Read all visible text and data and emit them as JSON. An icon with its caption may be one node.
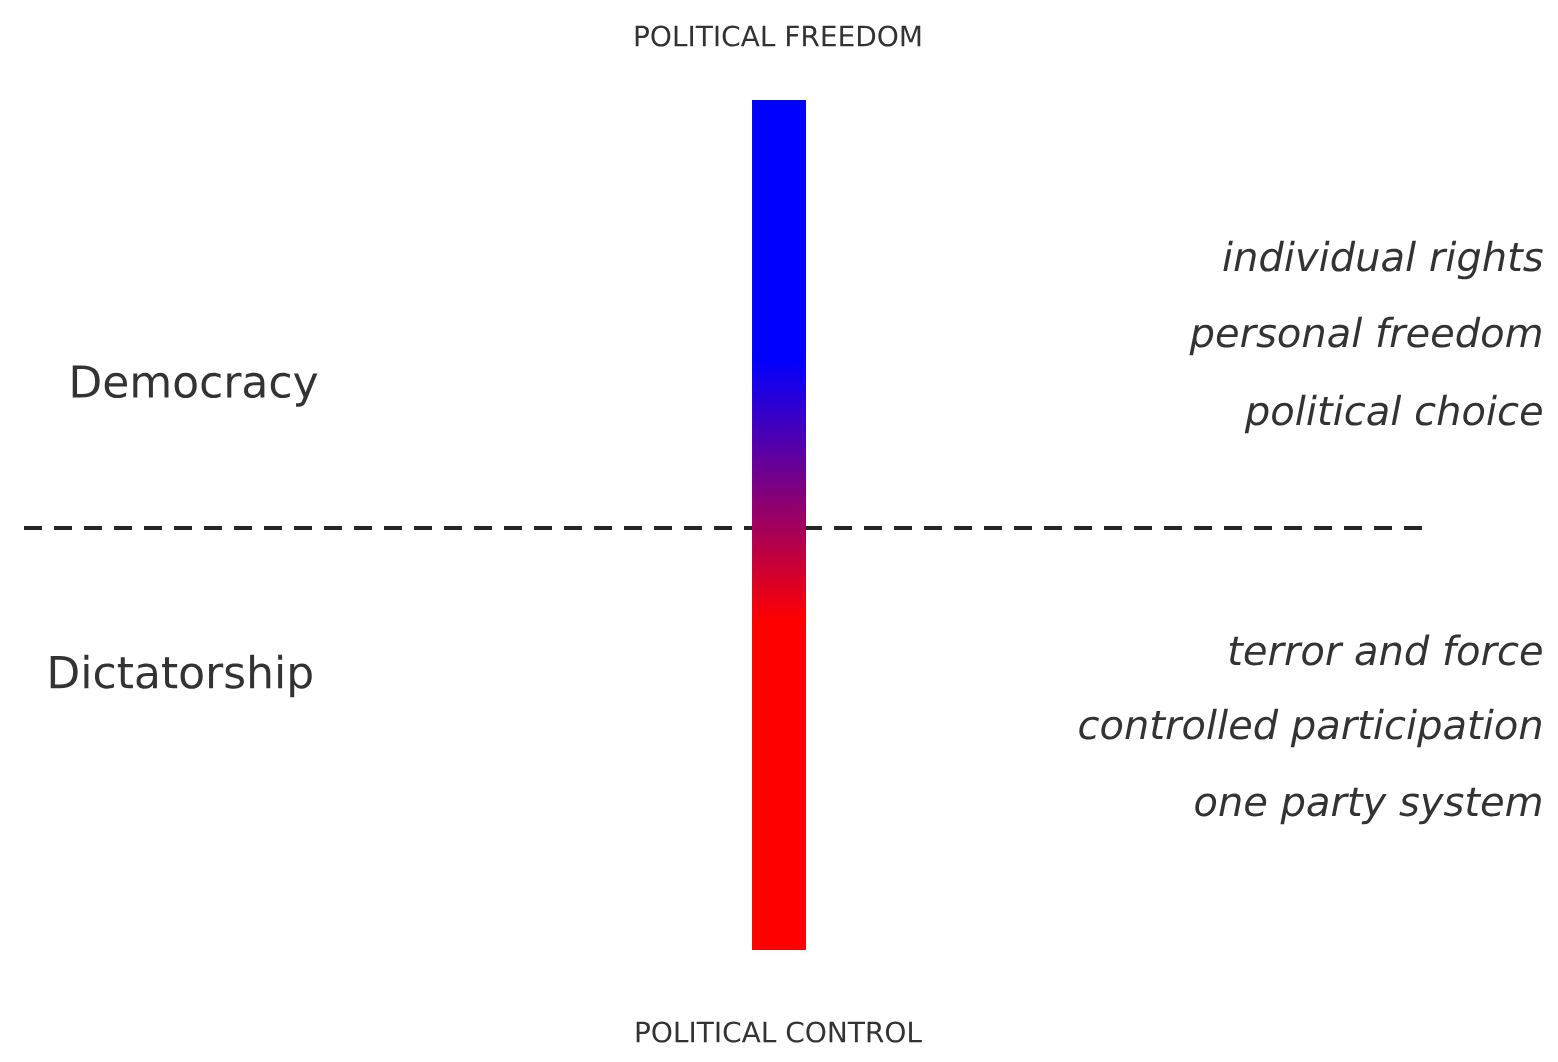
{
  "diagram": {
    "labels": [
      "POLITICAL FREEDOM",
      "individual rights",
      "Democracy",
      "personal freedom",
      "political choice",
      "Dictatorship",
      "terror and force",
      "controlled participation",
      "one party system",
      "POLITICAL CONTROL"
    ]
  }
}
